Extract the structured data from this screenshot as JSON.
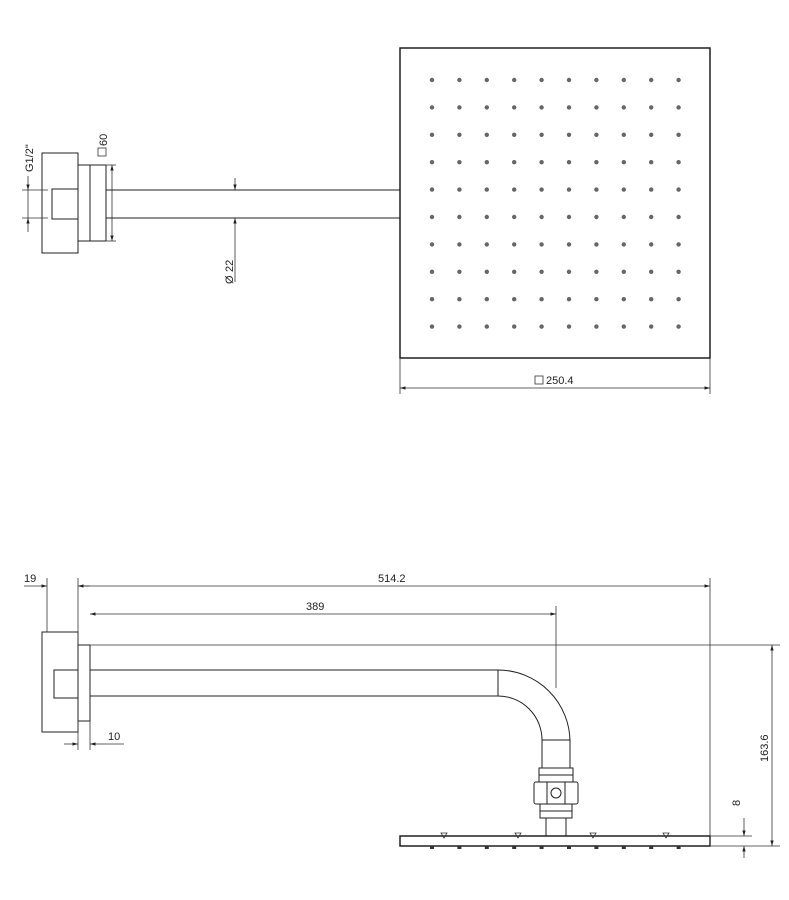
{
  "top_view": {
    "thread_label": "G1/2\"",
    "flange_label": "60",
    "arm_dia_label": "22",
    "head_size_label": "250.4",
    "nozzle_rows": 10,
    "nozzle_cols": 10
  },
  "side_view": {
    "wall_offset_label": "19",
    "total_length_label": "514.2",
    "arm_length_label": "389",
    "flange_depth_label": "10",
    "total_height_label": "163.6",
    "head_thickness_label": "8"
  }
}
